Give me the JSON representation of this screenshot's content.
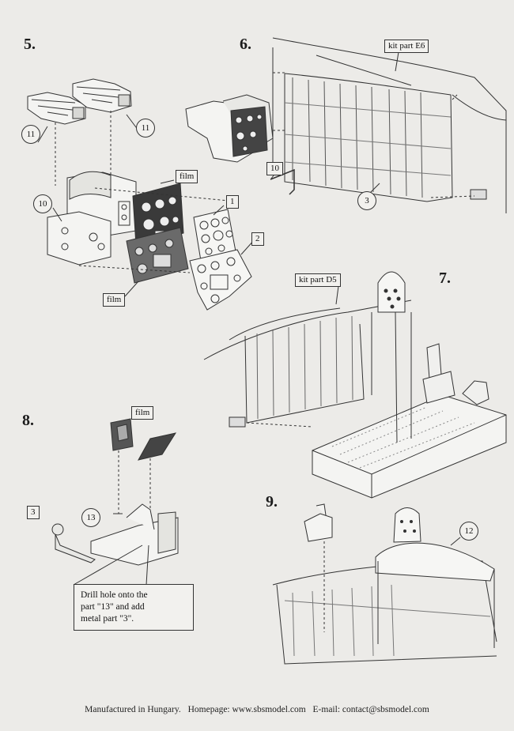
{
  "steps": {
    "s5": "5.",
    "s6": "6.",
    "s7": "7.",
    "s8": "8.",
    "s9": "9."
  },
  "labels": {
    "kit_part_e6": "kit part E6",
    "kit_part_d5": "kit part D5",
    "film": "film"
  },
  "parts": {
    "p1": "1",
    "p2": "2",
    "p3": "3",
    "p10": "10",
    "p11": "11",
    "p12": "12",
    "p13": "13"
  },
  "note": {
    "line1": "Drill hole onto the",
    "line2": "part \"13\" and add",
    "line3": "metal part \"3\"."
  },
  "footer": {
    "manufactured": "Manufactured in Hungary.",
    "homepage": "Homepage: www.sbsmodel.com",
    "email": "E-mail: contact@sbsmodel.com"
  }
}
